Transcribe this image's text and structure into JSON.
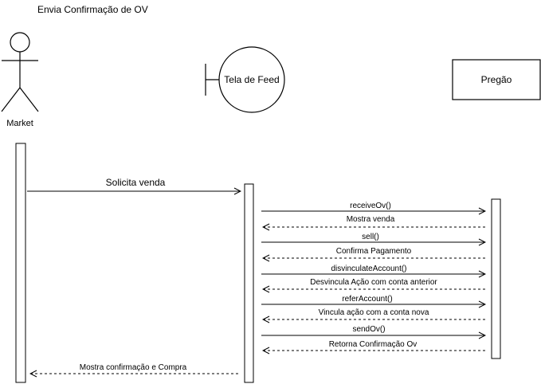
{
  "diagram": {
    "title": "Envia Confirmação de OV",
    "participants": {
      "actor": {
        "label": "Market"
      },
      "boundary": {
        "label": "Tela de Feed"
      },
      "entity": {
        "label": "Pregão"
      }
    },
    "messages": [
      {
        "label": "Solicita venda",
        "kind": "sync"
      },
      {
        "label": "receiveOv()",
        "kind": "sync"
      },
      {
        "label": "Mostra venda",
        "kind": "return"
      },
      {
        "label": "sell()",
        "kind": "sync"
      },
      {
        "label": "Confirma Pagamento",
        "kind": "return"
      },
      {
        "label": "disvinculateAccount()",
        "kind": "sync"
      },
      {
        "label": "Desvincula Ação com conta anterior",
        "kind": "return"
      },
      {
        "label": "referAccount()",
        "kind": "sync"
      },
      {
        "label": "Vincula ação com a conta nova",
        "kind": "return"
      },
      {
        "label": "sendOv()",
        "kind": "sync"
      },
      {
        "label": "Retorna Confirmação Ov",
        "kind": "return"
      },
      {
        "label": "Mostra confirmação e Compra",
        "kind": "return"
      }
    ]
  }
}
